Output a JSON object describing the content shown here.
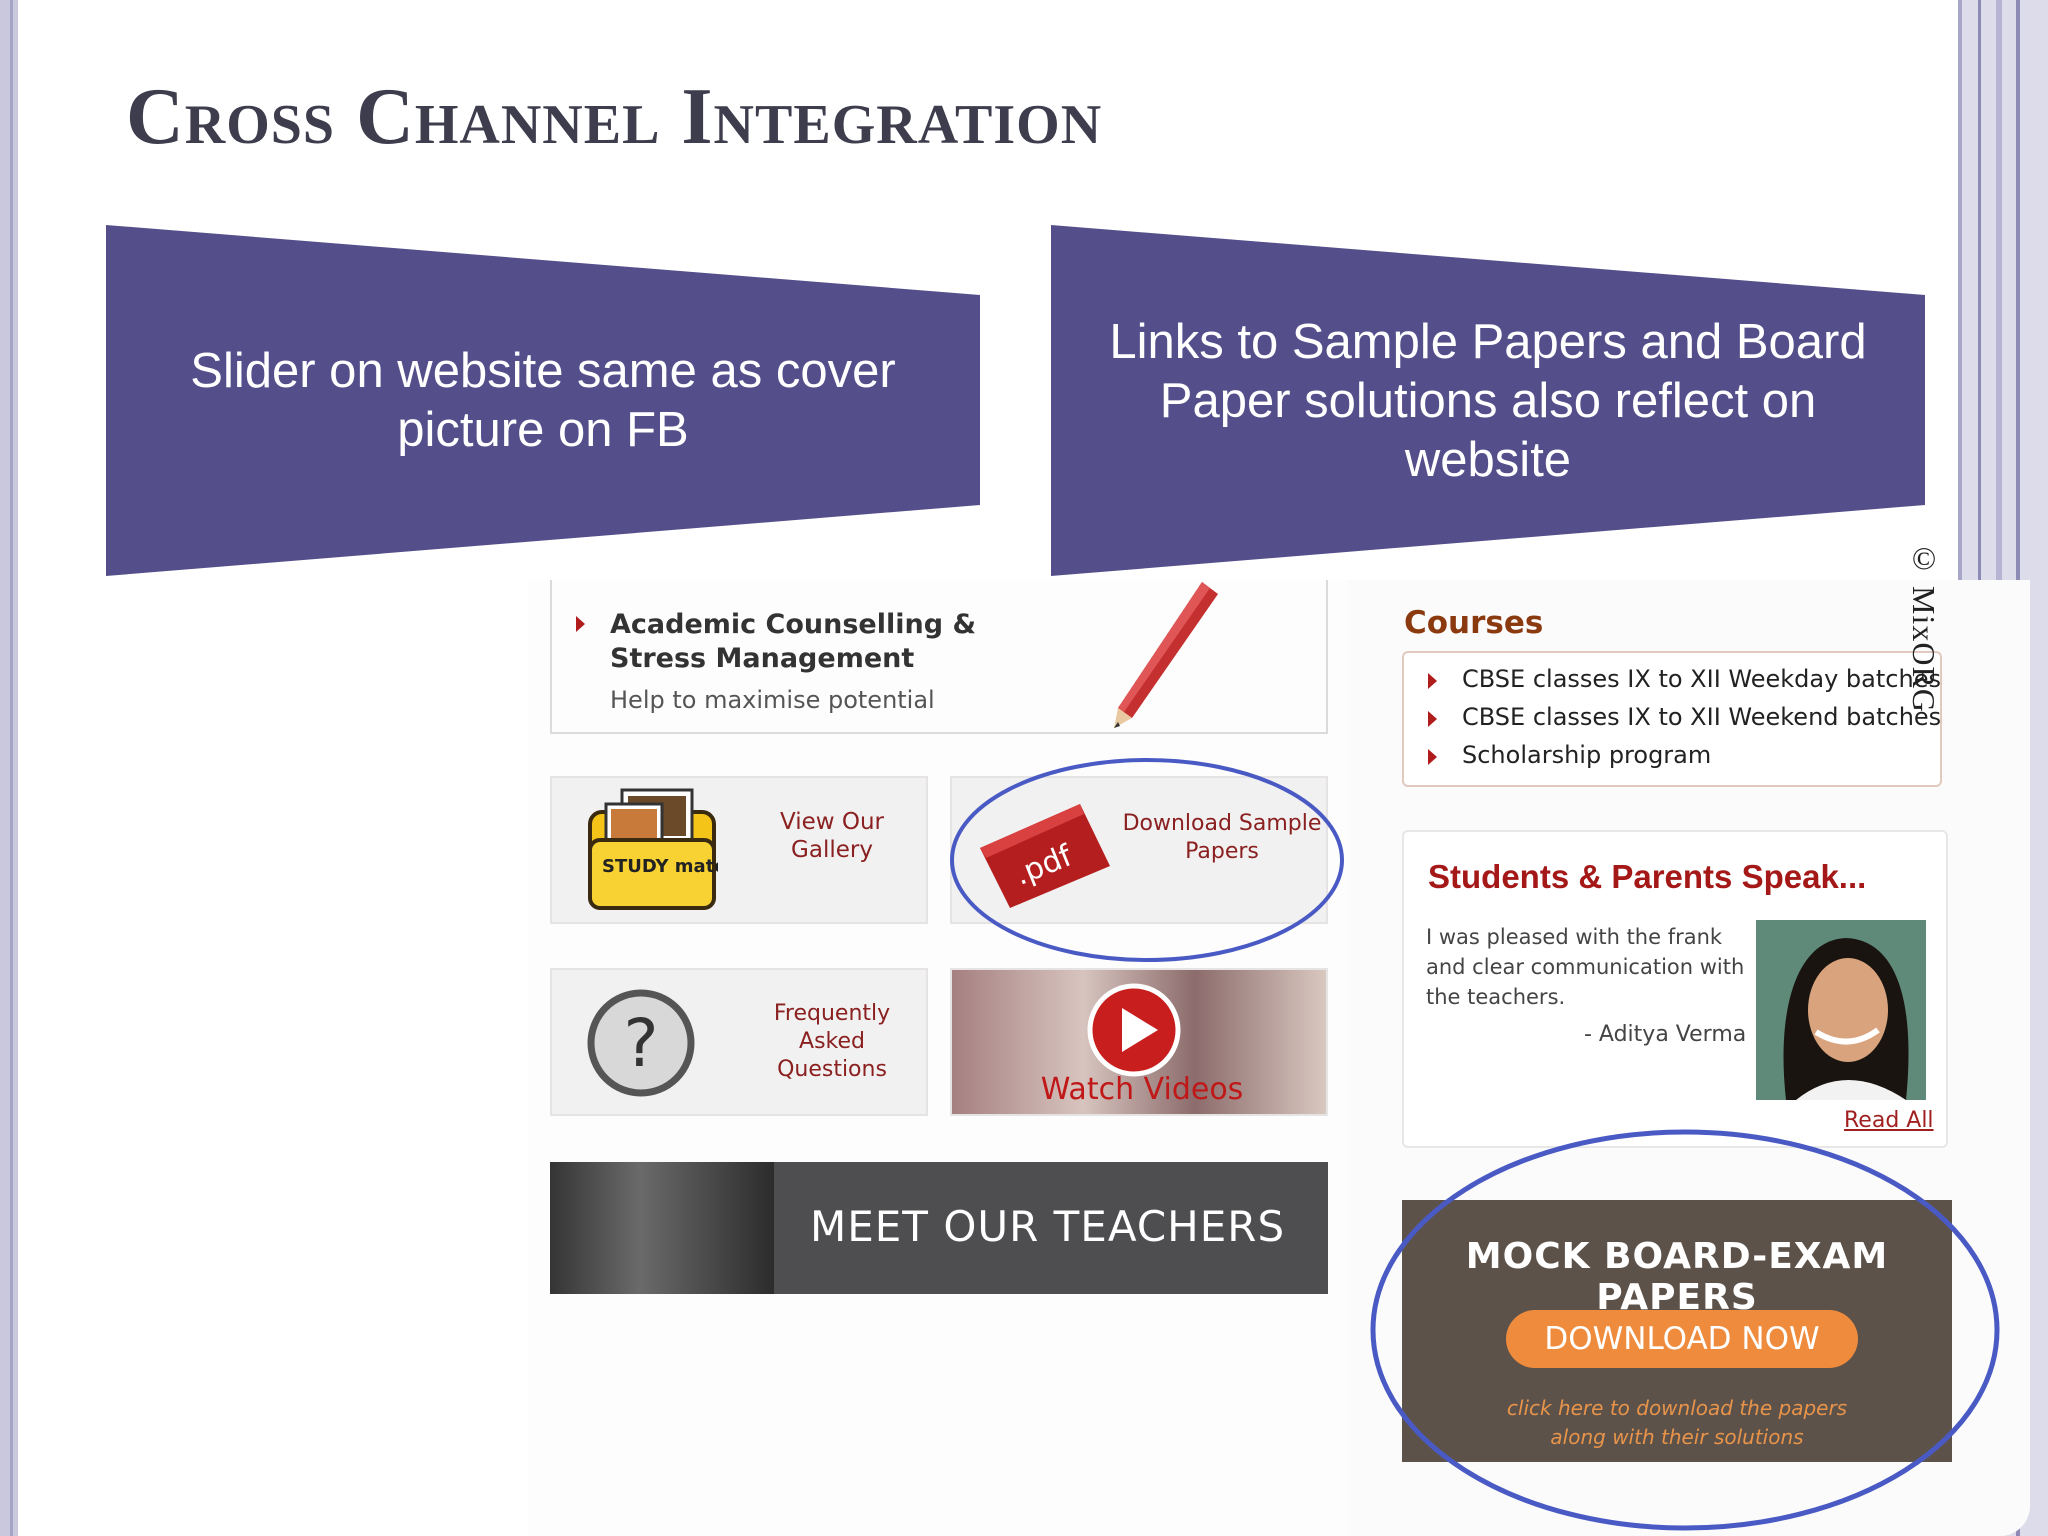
{
  "slide": {
    "title": "Cross Channel Integration",
    "banner_left": "Slider on website same as cover picture on FB",
    "banner_right": "Links to Sample Papers and Board Paper solutions also reflect on website",
    "copyright": "© MixORG",
    "colors": {
      "banner": "#544f8b",
      "title": "#3d3d4d",
      "highlight_circle": "#4a5ac4"
    }
  },
  "website": {
    "academic": {
      "title": "Academic Counselling & Stress Management",
      "subtitle": "Help to maximise potential"
    },
    "tiles": {
      "gallery": "View Our Gallery",
      "gallery_logo": "STUDY mate",
      "sample_papers": "Download Sample Papers",
      "pdf_label": ".pdf",
      "faq": "Frequently Asked Questions",
      "videos": "Watch Videos"
    },
    "teachers_banner": "MEET OUR TEACHERS",
    "courses": {
      "title": "Courses",
      "items": [
        "CBSE classes IX to XII Weekday batches",
        "CBSE classes IX to XII Weekend batches",
        "Scholarship program"
      ]
    },
    "testimonials": {
      "title": "Students & Parents Speak...",
      "quote": "I was pleased with the frank and clear communication with the teachers.",
      "author": "- Aditya Verma",
      "read_all": "Read All"
    },
    "mock_exam": {
      "title": "MOCK BOARD-EXAM PAPERS",
      "button": "DOWNLOAD NOW",
      "subtitle": "click here to download the papers along with their solutions"
    }
  }
}
